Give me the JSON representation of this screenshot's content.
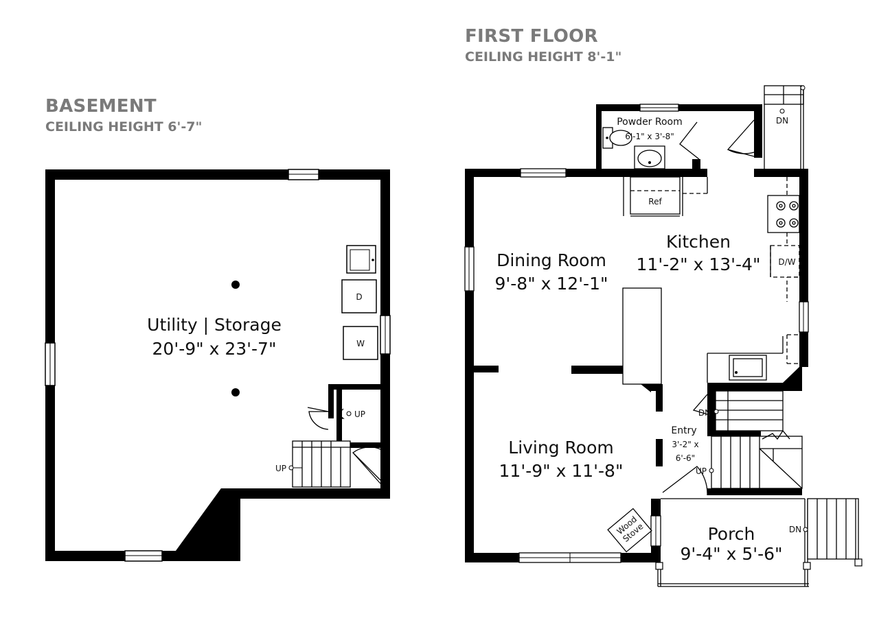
{
  "basement": {
    "title": "BASEMENT",
    "ceiling": "CEILING HEIGHT 6'-7\"",
    "room_name": "Utility | Storage",
    "room_dims": "20'-9\" x 23'-7\"",
    "dryer": "D",
    "washer": "W",
    "stair_up_1": "UP",
    "stair_up_2": "UP"
  },
  "first_floor": {
    "title": "FIRST FLOOR",
    "ceiling": "CEILING HEIGHT 8'-1\"",
    "powder_room_name": "Powder Room",
    "powder_room_dims": "6'-1\" x 3'-8\"",
    "kitchen_name": "Kitchen",
    "kitchen_dims": "11'-2\" x 13'-4\"",
    "dining_name": "Dining Room",
    "dining_dims": "9'-8\" x 12'-1\"",
    "living_name": "Living Room",
    "living_dims": "11'-9\" x 11'-8\"",
    "entry_name": "Entry",
    "entry_dims_1": "3'-2\" x",
    "entry_dims_2": "6'-6\"",
    "porch_name": "Porch",
    "porch_dims": "9'-4\" x 5'-6\"",
    "refrigerator": "Ref",
    "dishwasher": "D/W",
    "wood_stove_1": "Wood",
    "wood_stove_2": "Stove",
    "stair_dn_top": "DN",
    "stair_dn_entry": "DN",
    "stair_up_entry": "UP",
    "stair_dn_porch": "DN"
  }
}
